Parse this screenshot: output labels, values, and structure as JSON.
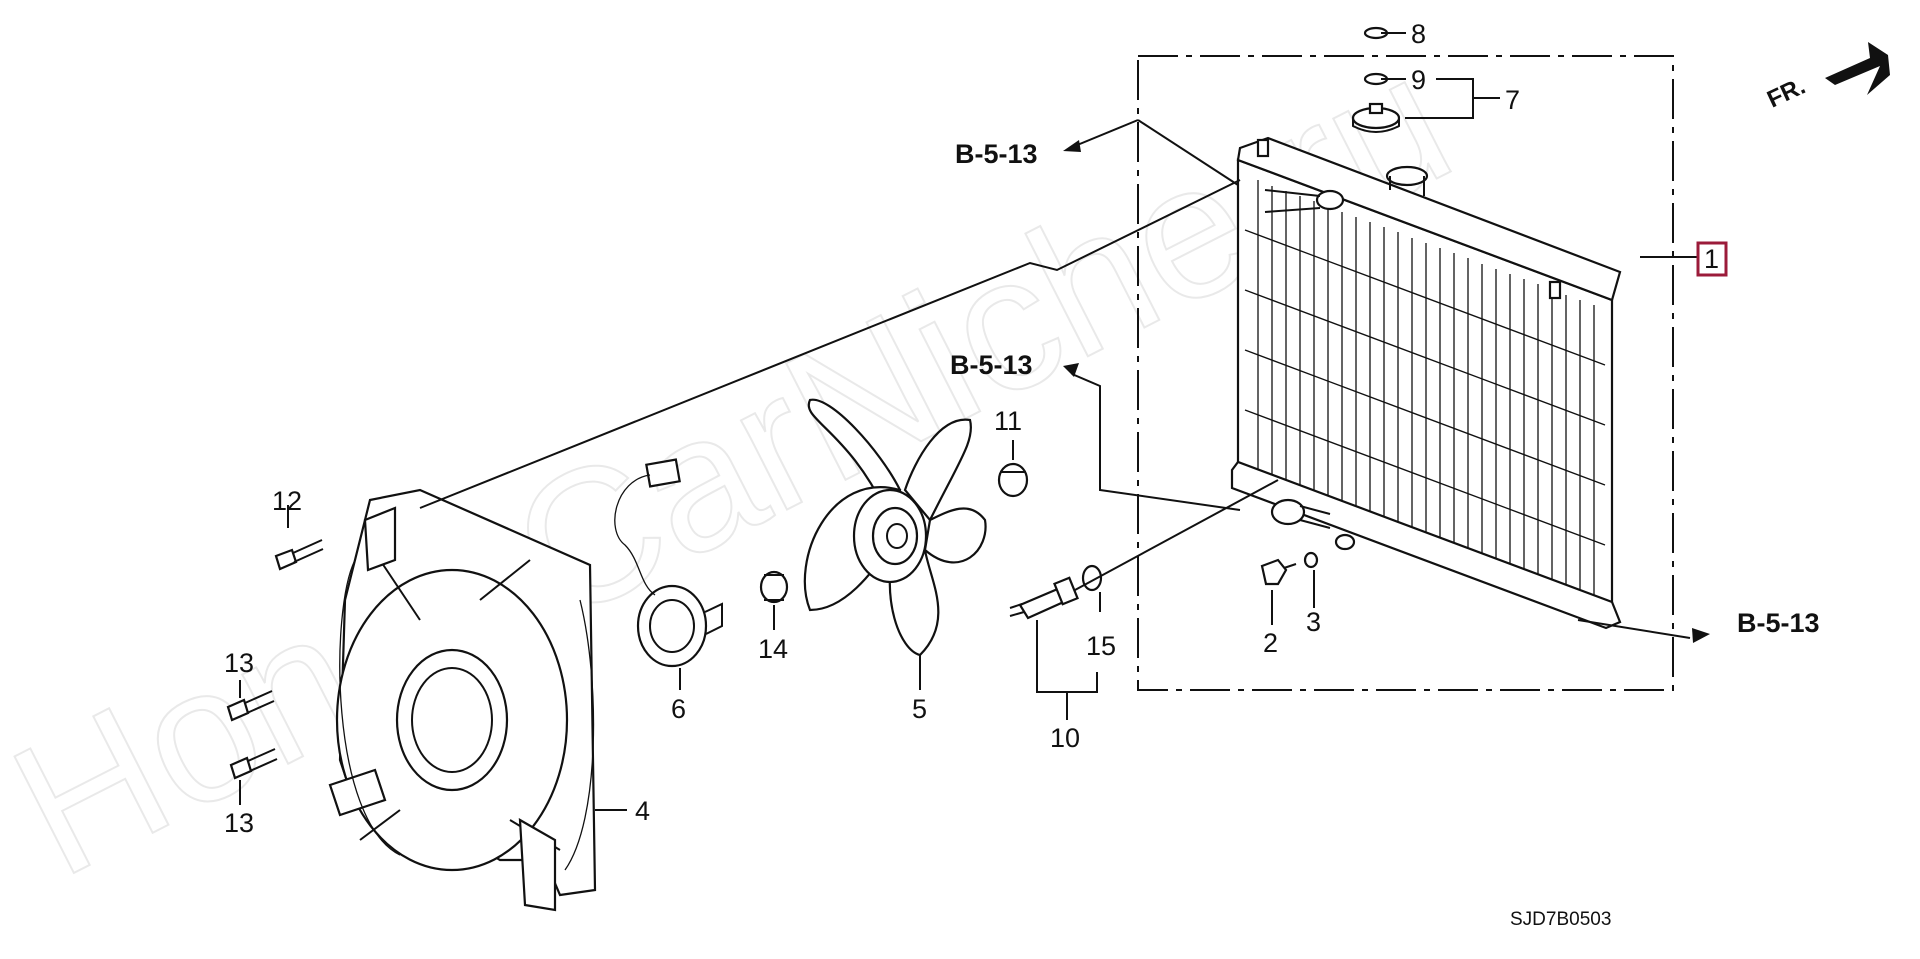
{
  "watermark": "HondaCarNiche.ru",
  "front_label": "FR.",
  "diagram_code": "SJD7B0503",
  "references": {
    "top": "B-5-13",
    "middle": "B-5-13",
    "right": "B-5-13"
  },
  "callouts": {
    "p1": "1",
    "p2": "2",
    "p3": "3",
    "p4": "4",
    "p5": "5",
    "p6": "6",
    "p7": "7",
    "p8": "8",
    "p9": "9",
    "p10": "10",
    "p11": "11",
    "p12": "12",
    "p13a": "13",
    "p13b": "13",
    "p14": "14",
    "p15": "15"
  },
  "colors": {
    "ink": "#111111",
    "highlight": "#9b1b3a",
    "watermark": "#e9e9e9"
  }
}
